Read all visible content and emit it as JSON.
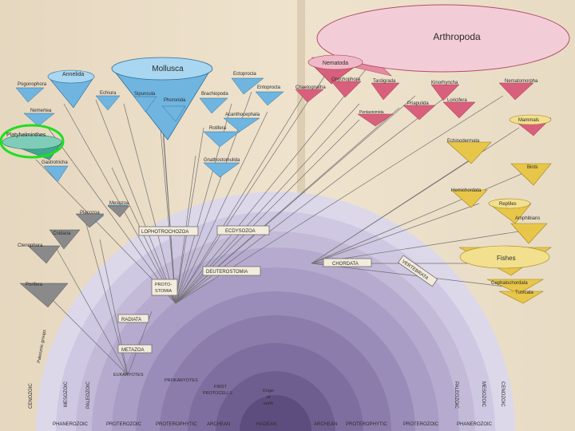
{
  "phyla": {
    "arthropoda": "Arthropoda",
    "mollusca": "Mollusca",
    "nematoda": "Nematoda",
    "annelida": "Annelida",
    "pogonophora": "Pogonophora",
    "nemertea": "Nemertea",
    "platyhelminthes": "Platyhelminthes",
    "gastrotricha": "Gastrotricha",
    "echiura": "Echiura",
    "sipuncula": "Sipuncula",
    "phoronida": "Phoronida",
    "brachiopoda": "Brachiopoda",
    "ectoprocta": "Ectoprocta",
    "entoprocta": "Entoprocta",
    "chaetognatha": "Chaetognatha",
    "onychophora": "Onychophora",
    "tardigrada": "Tardigrada",
    "kinorhyncha": "Kinorhyncha",
    "nematomorpha": "Nematomorpha",
    "priapulida": "Priapulida",
    "loricifera": "Loricifera",
    "acanthocephala": "Acanthocephala",
    "rotifera": "Rotifera",
    "gnathostomulida": "Gnathostomulida",
    "pentastomida": "Pentastomida",
    "mesozoa": "Mesozoa",
    "placozoa": "Placozoa",
    "cnidaria": "Cnidaria",
    "ctenophora": "Ctenophora",
    "porifera": "Porifera",
    "hemichordata": "Hemichordata",
    "echinodermata": "Echinodermata",
    "mammals": "Mammals",
    "birds": "Birds",
    "reptiles": "Reptiles",
    "amphibians": "Amphibians",
    "fishes": "Fishes",
    "cephalochordata": "Cephalochordata",
    "tunicata": "Tunicata"
  },
  "groups": {
    "lophotrochozoa": "LOPHOTROCHOZOA",
    "ecdysozoa": "ECDYSOZOA",
    "deuterostomia": "DEUTEROSTOMIA",
    "chordata": "CHORDATA",
    "vertebrata": "VERTEBRATA",
    "protostomia_1": "PROTO-",
    "protostomia_2": "STOMIA",
    "radiata": "RADIATA",
    "metazoa": "METAZOA",
    "eukaryotes": "EUKARYOTES",
    "prokaryotes": "PROKARYOTES",
    "first_protocells_1": "FIRST",
    "first_protocells_2": "PROTOCELLS",
    "origin_1": "Origin",
    "origin_2": "of",
    "origin_3": "earth",
    "paleozoic_groups": "Paleozoic groups"
  },
  "eras": {
    "left": [
      "PHANEROZOIC",
      "PROTEROZOIC",
      "PROTEROPHYTIC",
      "ARCHEAN"
    ],
    "center": "HADEAN",
    "right": [
      "ARCHEAN",
      "PROTEROPHYTIC",
      "PROTEROZOIC",
      "PHANEROZOIC"
    ],
    "left_vertical": [
      "CENOZOIC",
      "MESOZOIC",
      "PALEOZOIC"
    ],
    "right_vertical": [
      "PALEOZOIC",
      "MESOZOIC",
      "CENOZOIC"
    ]
  },
  "colors": {
    "background": "#e9dcc6",
    "arthropod_fill": "#f2cdd8",
    "ecdysozoa": "#d9607c",
    "lophotrochozoa": "#6fb5e0",
    "deuterostomia": "#e8c64a",
    "basal": "#8a8a8a",
    "platyhelminthes": "#3fa88e",
    "highlight": "#22dd22",
    "ring_outer": "#d6d3e8",
    "ring_inner": "#6c5b8e"
  }
}
